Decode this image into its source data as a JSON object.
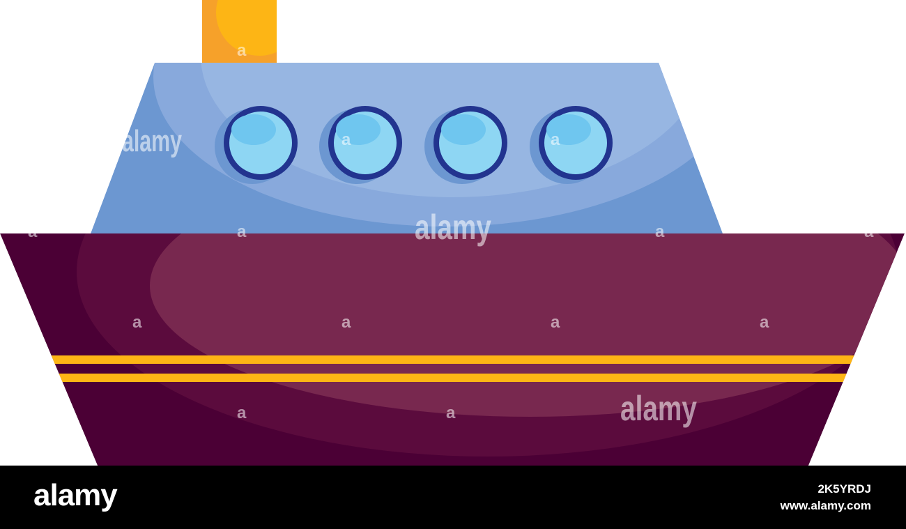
{
  "illustration": {
    "subject": "ship",
    "colors": {
      "funnel_light": "#FDB515",
      "funnel_dark": "#F6A12A",
      "cabin_light": "#97B6E2",
      "cabin_mid": "#88A9DC",
      "cabin_dark": "#6C97D1",
      "porthole_rim": "#22348F",
      "porthole_glass": "#8ED6F3",
      "porthole_glint": "#6FC6EF",
      "porthole_shadow": "#6C97D1",
      "hull_light": "#78284F",
      "hull_mid": "#5B0B3D",
      "hull_dark": "#4B0035",
      "stripe": "#FDB515"
    },
    "porthole_count": 4,
    "hull_stripe_count": 2
  },
  "watermark": {
    "word": "alamy",
    "letter": "a"
  },
  "footer": {
    "logo": "alamy",
    "image_id": "2K5YRDJ",
    "site": "www.alamy.com"
  }
}
